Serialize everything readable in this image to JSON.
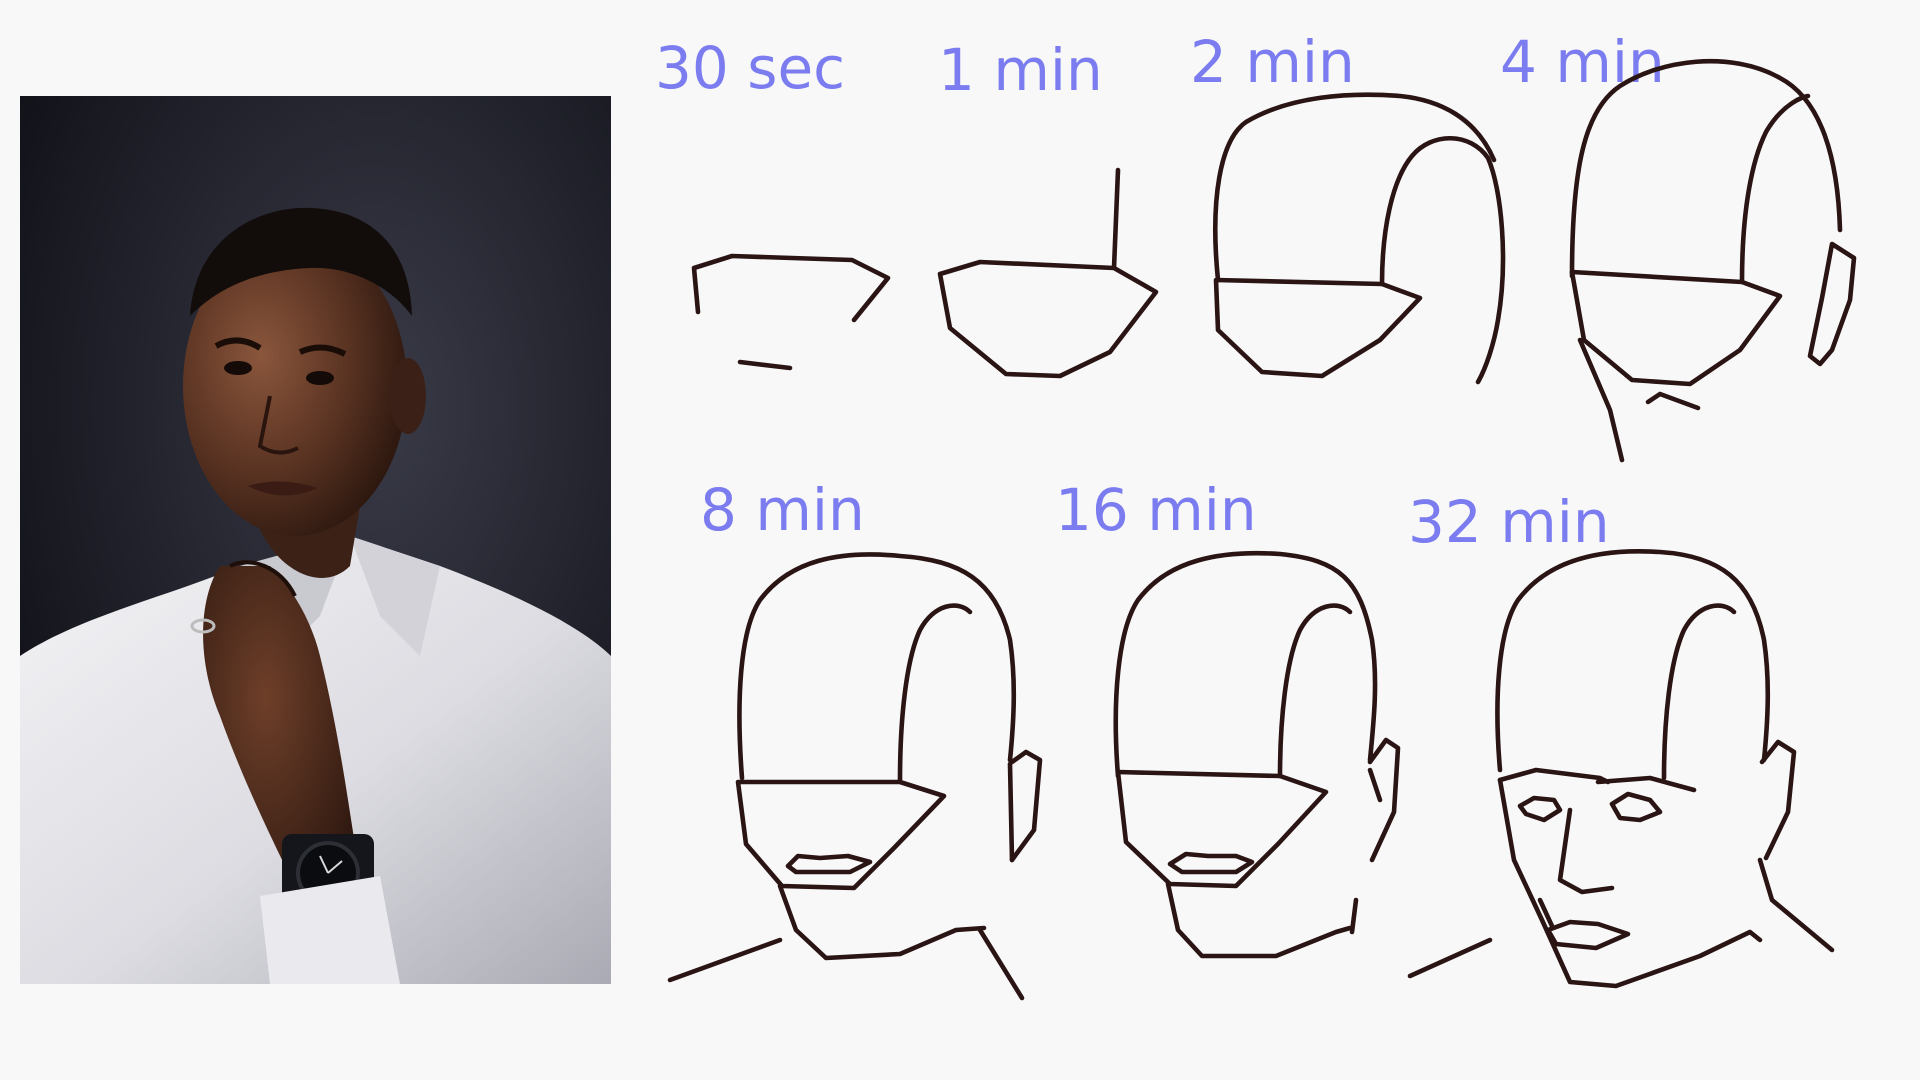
{
  "photo": {
    "description_name": "reference-portrait"
  },
  "colors": {
    "background": "#f8f8f8",
    "label": "#7a7cf0",
    "ink": "#2a1414"
  },
  "stages": [
    {
      "time": "30 sec"
    },
    {
      "time": "1 min"
    },
    {
      "time": "2 min"
    },
    {
      "time": "4 min"
    },
    {
      "time": "8 min"
    },
    {
      "time": "16 min"
    },
    {
      "time": "32 min"
    }
  ]
}
